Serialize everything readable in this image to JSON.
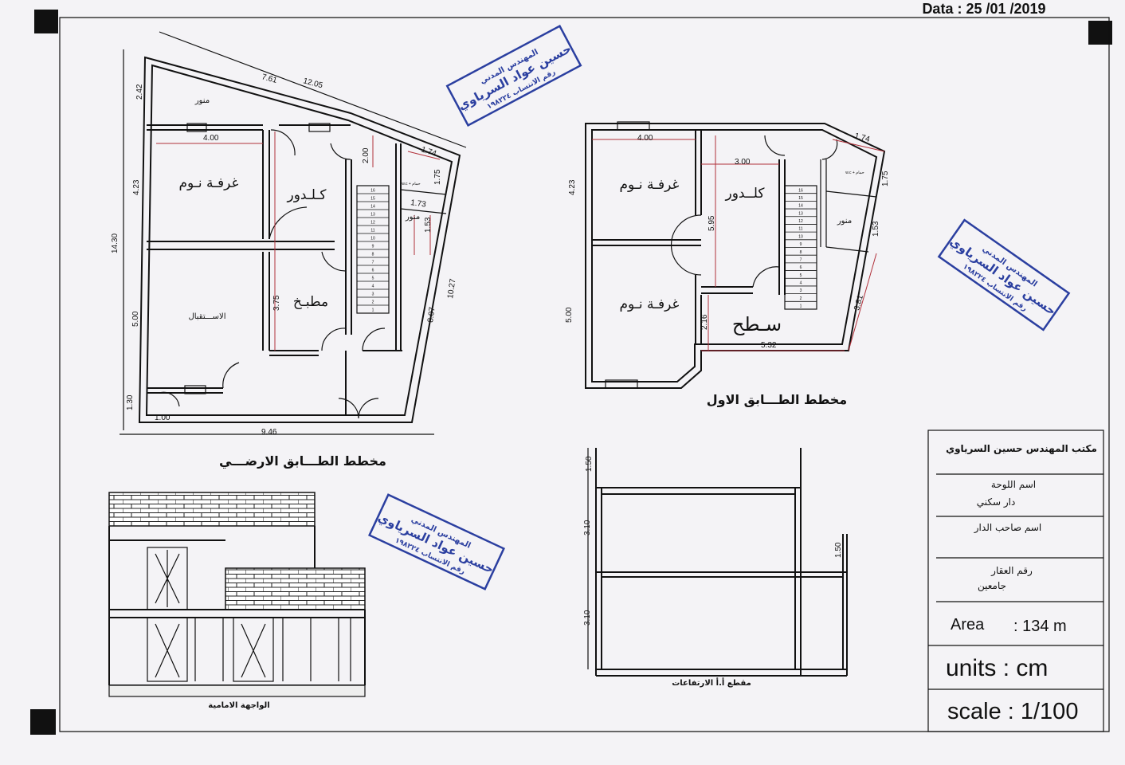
{
  "header": {
    "date": "Data : 25 /01 /2019"
  },
  "ground_floor": {
    "title": "مخطط الطـــابق الارضـــي",
    "rooms": {
      "light_well_top": "منور",
      "bedroom": "غرفـة نـوم",
      "corridor": "كـلـدور",
      "wc": "w.c + حمام",
      "light_well": "منور",
      "kitchen": "مطبـخ",
      "reception": "الاســـتقبال"
    },
    "dims": {
      "top_a": "7.61",
      "top_b": "12.05",
      "left_top": "2.42",
      "bedroom_w": "4.00",
      "left_bed": "4.23",
      "total_left": "14.30",
      "left_rec": "5.00",
      "left_bottom": "1.30",
      "bottom_small": "1.00",
      "bottom": "9.46",
      "kitchen_h": "3.75",
      "corr": "2.00",
      "wc_w": "1.74",
      "wc_h": "1.75",
      "well_w": "1.73",
      "well_h": "1.53",
      "right_a": "8.07",
      "right_b": "10.27"
    }
  },
  "first_floor": {
    "title": "مخطط الطـــابق الاول",
    "rooms": {
      "bedroom1": "غرفـة نـوم",
      "bedroom2": "غرفـة نـوم",
      "corridor": "كلــدور",
      "wc": "w.c + حمام",
      "light_well": "منور",
      "roof": "سـطح"
    },
    "dims": {
      "bedroom_w": "4.00",
      "corr_w": "3.00",
      "corr_h": "5.95",
      "left_top": "4.23",
      "left_bottom": "5.00",
      "wc_w": "1.74",
      "wc_h": "1.75",
      "well_h": "1.53",
      "roof_h": "2.16",
      "roof_w": "5.32",
      "right": "3.81"
    }
  },
  "stairs": {
    "steps": [
      "1",
      "2",
      "3",
      "4",
      "5",
      "6",
      "7",
      "8",
      "9",
      "10",
      "11",
      "12",
      "13",
      "14",
      "15",
      "16"
    ]
  },
  "facade": {
    "title": "الواجهة الامامية"
  },
  "section": {
    "title": "مقطع أ.أ الارتفاعات",
    "dims": {
      "parapet": "1.50",
      "floor1": "3.10",
      "floor0": "3.10",
      "parapet_low": "1.50"
    }
  },
  "stamp": {
    "line1": "المهندس المدني",
    "line2": "حسين عواد السرياوي",
    "line3": "رقم الانتساب ١٩٨٢٢٤",
    "color": "#2b3fa0"
  },
  "title_block": {
    "office": "مكتب المهندس حسين السرياوي",
    "office_color": "#c0202a",
    "sheet_label": "اسم اللوحة",
    "sheet_name": "دار سكني",
    "owner_label": "اسم صاحب الدار",
    "plot_label": "رقم العقار",
    "plot_value": "جامعين",
    "area_label": "Area",
    "area_value": ": 134 m",
    "units": "units : cm",
    "scale": "scale : 1/100"
  }
}
